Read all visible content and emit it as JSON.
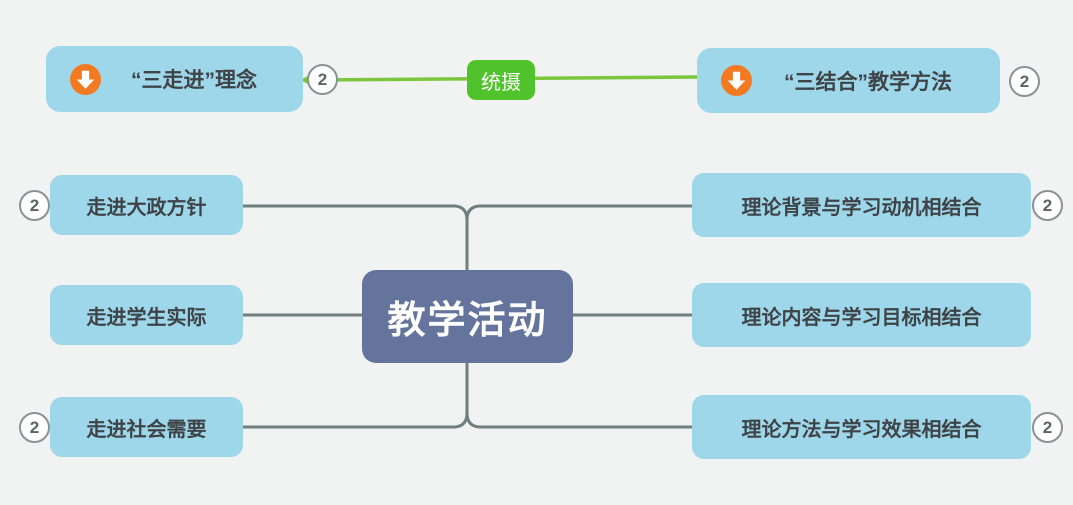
{
  "colors": {
    "bg": "#f1f2f2",
    "node-blue": "#9ed7e9",
    "node-text": "#3e4347",
    "center-bg": "#64749c",
    "center-text": "#ffffff",
    "wire": "#6e7f7c",
    "relation": "#7cc63e",
    "relation-label-bg": "#50c32c",
    "relation-label-text": "#ffffff",
    "badge-bg": "#ffffff",
    "badge-border": "#8a9296",
    "icon-bg": "#f47a22",
    "icon-fg": "#ffffff"
  },
  "diagram": {
    "center": {
      "label": "教学活动"
    },
    "root_left": {
      "label": "“三走进”理念",
      "badge": "2",
      "icon": "down-arrow-icon"
    },
    "root_right": {
      "label": "“三结合”教学方法",
      "badge": "2",
      "icon": "down-arrow-icon"
    },
    "relation": {
      "label": "统摄"
    },
    "left_branches": [
      {
        "label": "走进大政方针",
        "badge": "2"
      },
      {
        "label": "走进学生实际"
      },
      {
        "label": "走进社会需要",
        "badge": "2"
      }
    ],
    "right_branches": [
      {
        "label": "理论背景与学习动机相结合",
        "badge": "2"
      },
      {
        "label": "理论内容与学习目标相结合"
      },
      {
        "label": "理论方法与学习效果相结合",
        "badge": "2"
      }
    ]
  }
}
